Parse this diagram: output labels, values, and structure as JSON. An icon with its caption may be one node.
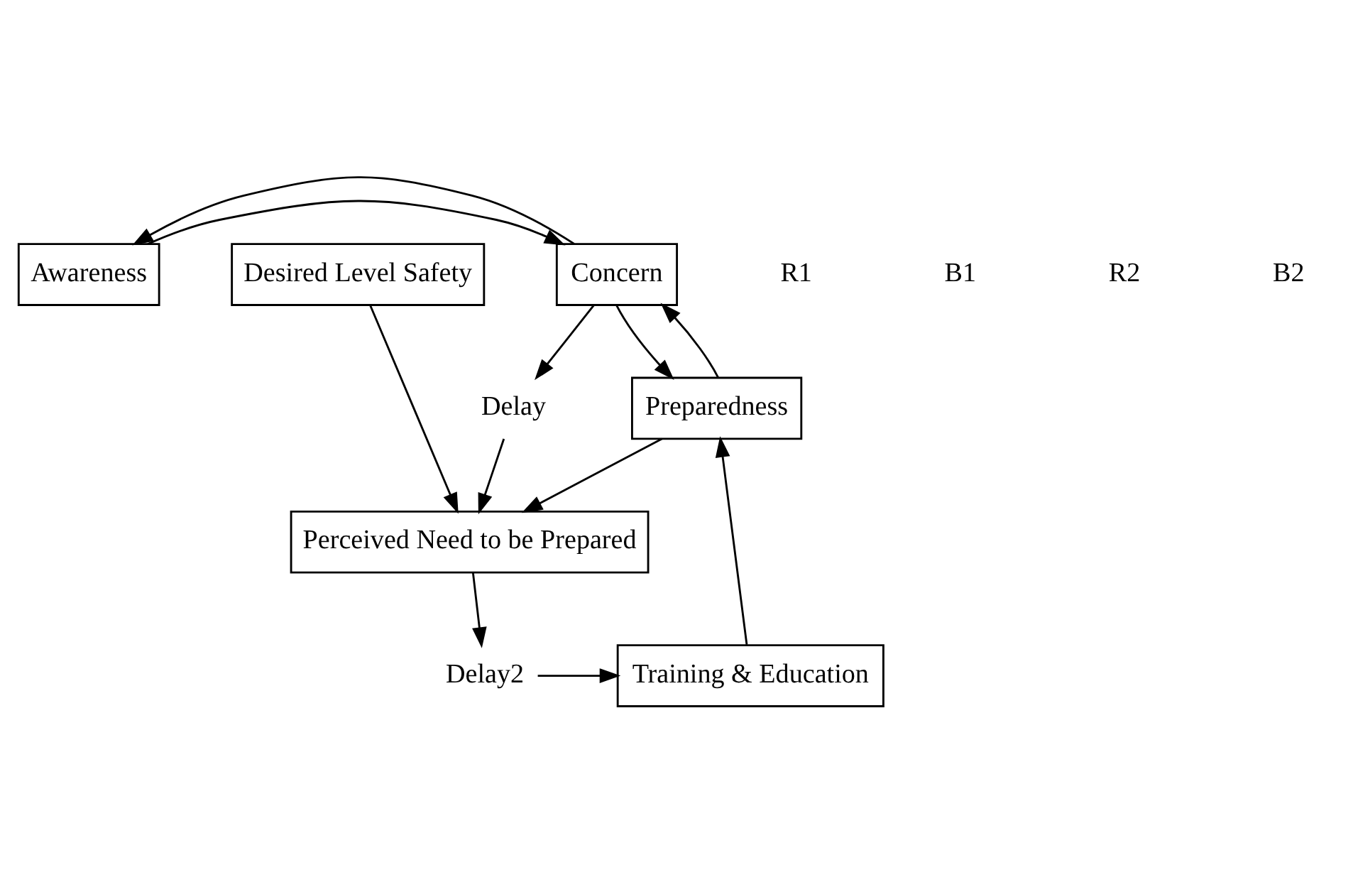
{
  "diagram": {
    "nodes": [
      {
        "text": [
          "Awareness"
        ]
      },
      {
        "text": [
          "Concern"
        ]
      },
      {
        "text": [
          "Desired Level Safety"
        ]
      },
      {
        "text": [
          "Delay"
        ]
      },
      {
        "text": [
          "Preparedness"
        ]
      },
      {
        "text": [
          "Perceived Need to be Prepared"
        ]
      },
      {
        "text": [
          "Training & Education"
        ]
      },
      {
        "text": [
          "Delay2"
        ]
      }
    ],
    "edges": [
      {
        "from": 0,
        "to": 1,
        "arrow": "to"
      },
      {
        "from": 1,
        "to": 0,
        "arrow": "to"
      },
      {
        "from": 1,
        "to": 3,
        "arrow": "to"
      },
      {
        "from": 3,
        "to": 5,
        "arrow": "to"
      },
      {
        "from": 2,
        "to": 5,
        "arrow": "to"
      },
      {
        "from": 1,
        "to": 4,
        "arrow": "to"
      },
      {
        "from": 4,
        "to": 1,
        "arrow": "to"
      },
      {
        "from": 4,
        "to": 5,
        "arrow": "to"
      },
      {
        "from": 5,
        "to": 7,
        "arrow": "to"
      },
      {
        "from": 7,
        "to": 6,
        "arrow": "to"
      },
      {
        "from": 6,
        "to": 4,
        "arrow": "to"
      }
    ],
    "labels": [
      "R1",
      "B1",
      "R2",
      "B2"
    ]
  }
}
